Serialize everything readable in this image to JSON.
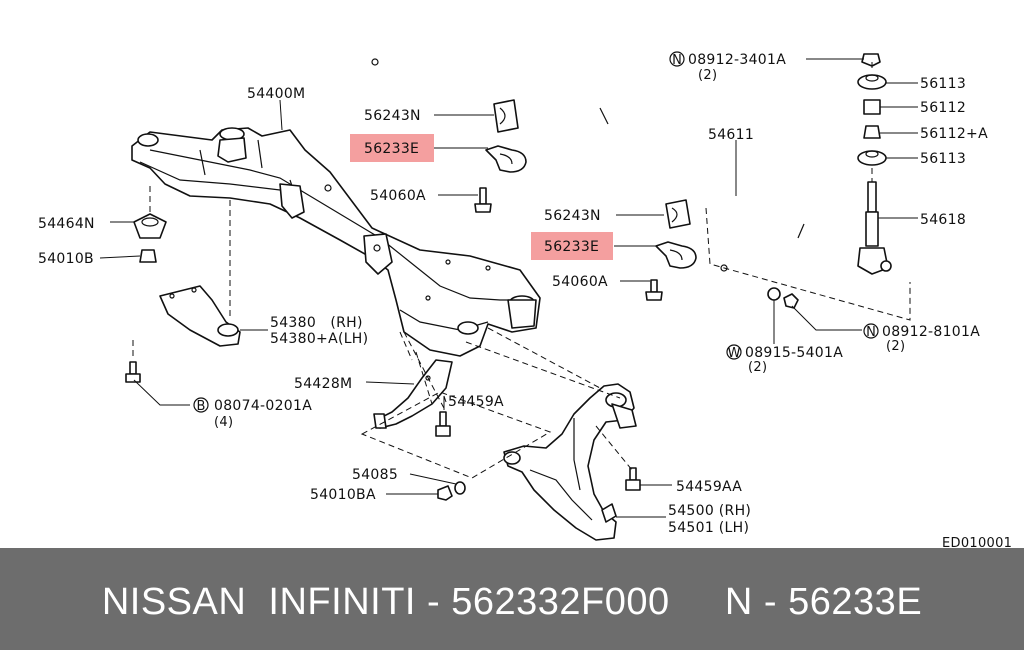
{
  "labels": {
    "p54400M": "54400M",
    "p56243N_a": "56243N",
    "p56233E_a": "56233E",
    "p54060A_a": "54060A",
    "p54464N": "54464N",
    "p54010B": "54010B",
    "p54380": "54380　(RH)",
    "p54380A": "54380+A(LH)",
    "p08074_a": "08074-0201A",
    "p08074_b": "(4)",
    "p54428M": "54428M",
    "p54459A": "54459A",
    "p54085": "54085",
    "p54010BA": "54010BA",
    "p56243N_b": "56243N",
    "p56233E_b": "56233E",
    "p54060A_b": "54060A",
    "p08912_3401A": "08912-3401A",
    "p08912_3401A_q": "(2)",
    "p56113_a": "56113",
    "p56112": "56112",
    "p56112A": "56112+A",
    "p56113_b": "56113",
    "p54611": "54611",
    "p54618": "54618",
    "p08912_8101A": "08912-8101A",
    "p08912_8101A_q": "(2)",
    "p08915_5401A": "08915-5401A",
    "p08915_5401A_q": "(2)",
    "p54459AA": "54459AA",
    "p54500": "54500 (RH)",
    "p54501": "54501 (LH)",
    "code": "ED010001"
  },
  "markers": {
    "N": "N",
    "W": "W",
    "B": "B"
  },
  "colors": {
    "highlight": "#f28e8e",
    "footer_bg": "#6d6d6d",
    "footer_text": "#ffffff"
  },
  "footer": {
    "caption": "NISSAN  INFINITI - 562332F000     N - 56233E"
  }
}
